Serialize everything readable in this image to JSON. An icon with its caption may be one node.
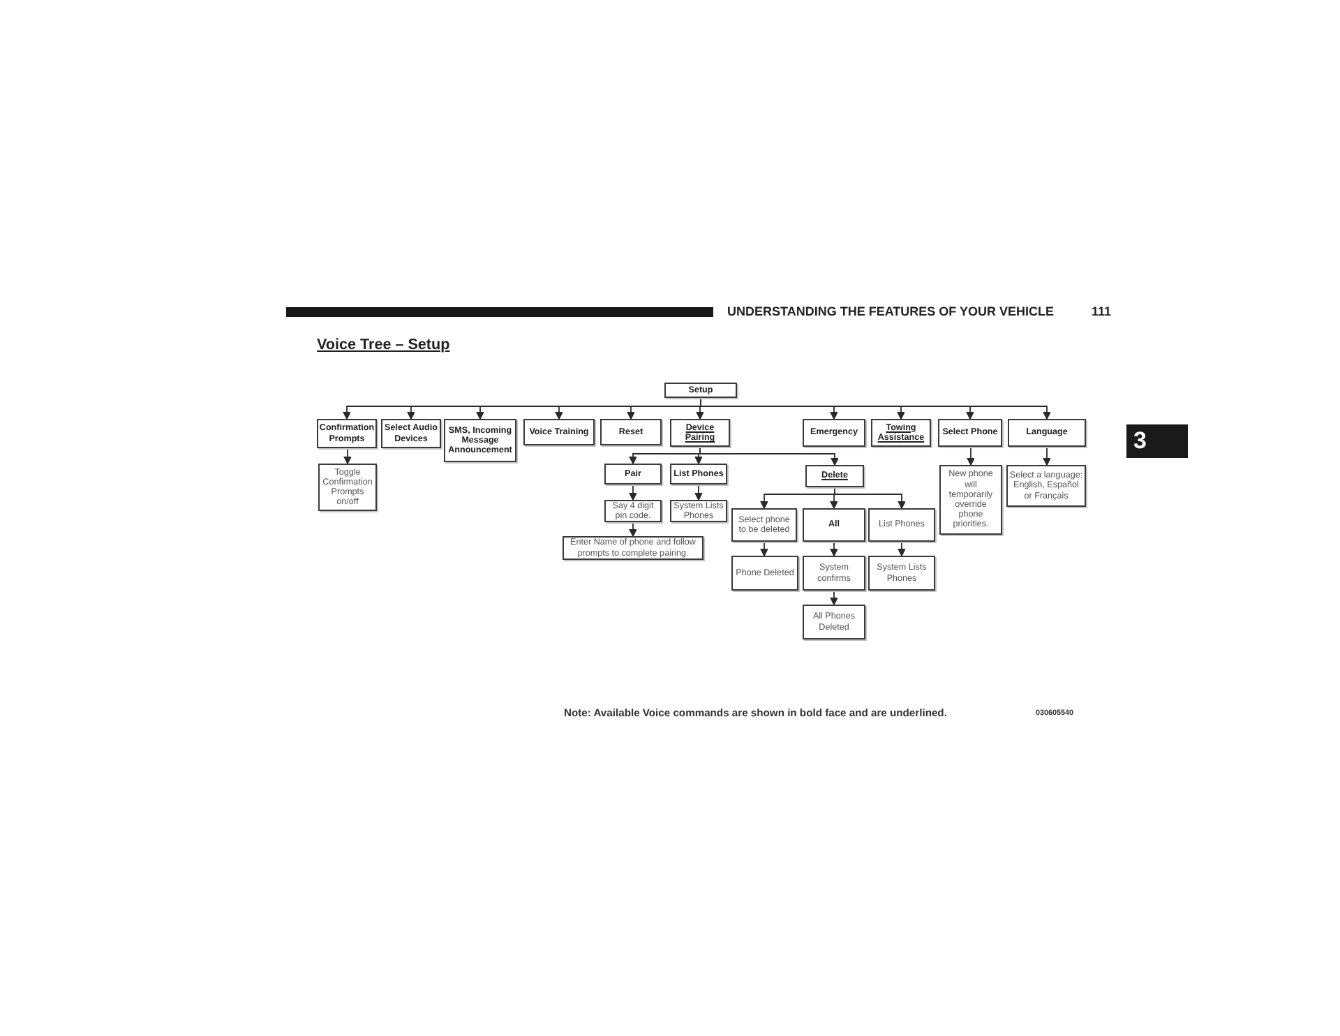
{
  "diagram": {
    "title": "Voice Tree – Setup",
    "nodes": [
      {
        "text": [
          "Setup"
        ]
      },
      {
        "text": [
          "Confirmation Prompts"
        ]
      },
      {
        "text": [
          "Select Audio Devices"
        ]
      },
      {
        "text": [
          "SMS, Incoming Message Announcement"
        ]
      },
      {
        "text": [
          "Voice Training"
        ]
      },
      {
        "text": [
          "Reset"
        ]
      },
      {
        "text": [
          "Device Pairing"
        ]
      },
      {
        "text": [
          "Emergency"
        ]
      },
      {
        "text": [
          "Towing Assistance"
        ]
      },
      {
        "text": [
          "Select Phone"
        ]
      },
      {
        "text": [
          "Language"
        ]
      },
      {
        "text": [
          "Toggle Confirmation Prompts on/off"
        ]
      },
      {
        "text": [
          "Pair"
        ]
      },
      {
        "text": [
          "List Phones"
        ]
      },
      {
        "text": [
          "Delete"
        ]
      },
      {
        "text": [
          "Say 4 digit pin code."
        ]
      },
      {
        "text": [
          "Enter Name of phone and follow prompts to complete pairing."
        ]
      },
      {
        "text": [
          "System Lists Phones"
        ]
      },
      {
        "text": [
          "Select phone to be deleted"
        ]
      },
      {
        "text": [
          "All"
        ]
      },
      {
        "text": [
          "List Phones"
        ]
      },
      {
        "text": [
          "Phone Deleted"
        ]
      },
      {
        "text": [
          "System confirms"
        ]
      },
      {
        "text": [
          "System Lists Phones"
        ]
      },
      {
        "text": [
          "All Phones Deleted"
        ]
      },
      {
        "text": [
          "New phone will temporarily override phone priorities."
        ]
      },
      {
        "text": [
          "Select a language: English, Español or Français"
        ]
      }
    ],
    "edges": [
      {
        "from": 0,
        "to": 1,
        "arrow": "to"
      },
      {
        "from": 0,
        "to": 2,
        "arrow": "to"
      },
      {
        "from": 0,
        "to": 3,
        "arrow": "to"
      },
      {
        "from": 0,
        "to": 4,
        "arrow": "to"
      },
      {
        "from": 0,
        "to": 5,
        "arrow": "to"
      },
      {
        "from": 0,
        "to": 6,
        "arrow": "to"
      },
      {
        "from": 0,
        "to": 7,
        "arrow": "to"
      },
      {
        "from": 0,
        "to": 8,
        "arrow": "to"
      },
      {
        "from": 0,
        "to": 9,
        "arrow": "to"
      },
      {
        "from": 0,
        "to": 10,
        "arrow": "to"
      },
      {
        "from": 1,
        "to": 11,
        "arrow": "to"
      },
      {
        "from": 6,
        "to": 12,
        "arrow": "to"
      },
      {
        "from": 6,
        "to": 13,
        "arrow": "to"
      },
      {
        "from": 6,
        "to": 14,
        "arrow": "to"
      },
      {
        "from": 12,
        "to": 15,
        "arrow": "to"
      },
      {
        "from": 15,
        "to": 16,
        "arrow": "to"
      },
      {
        "from": 13,
        "to": 17,
        "arrow": "to"
      },
      {
        "from": 14,
        "to": 18,
        "arrow": "to"
      },
      {
        "from": 14,
        "to": 19,
        "arrow": "to"
      },
      {
        "from": 14,
        "to": 20,
        "arrow": "to"
      },
      {
        "from": 18,
        "to": 21,
        "arrow": "to"
      },
      {
        "from": 19,
        "to": 22,
        "arrow": "to"
      },
      {
        "from": 20,
        "to": 23,
        "arrow": "to"
      },
      {
        "from": 22,
        "to": 24,
        "arrow": "to"
      },
      {
        "from": 9,
        "to": 25,
        "arrow": "to"
      },
      {
        "from": 10,
        "to": 26,
        "arrow": "to"
      }
    ],
    "labels": [
      "UNDERSTANDING THE FEATURES OF YOUR VEHICLE",
      "111",
      "3",
      "Note: Available Voice commands are shown in bold face and are underlined.",
      "030605540"
    ]
  }
}
